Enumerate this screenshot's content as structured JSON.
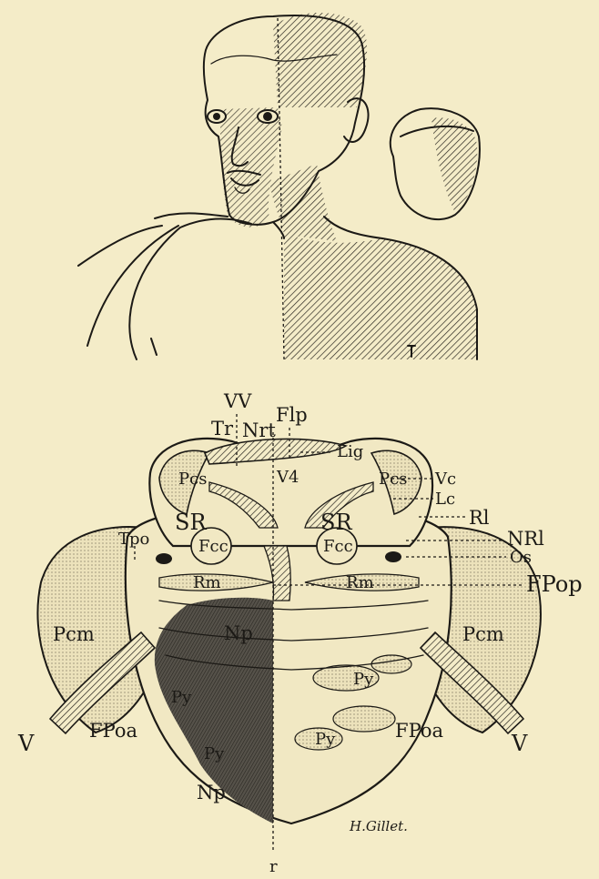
{
  "figure": {
    "labels": {
      "vv": "VV",
      "flp": "Flp",
      "tr": "Tr",
      "nrt": "Nrt",
      "lig": "Lig",
      "pcs_left": "Pcs",
      "pcs_right": "Pcs",
      "v4": "V4",
      "vc": "Vc",
      "lc": "Lc",
      "rl": "Rl",
      "tpo": "Tpo",
      "sr_left": "SR",
      "sr_right": "SR",
      "fcc_left": "Fcc",
      "fcc_right": "Fcc",
      "nrl": "NRl",
      "os": "Os",
      "rm_left": "Rm",
      "rm_right": "Rm",
      "fpop": "FPop",
      "pcm_left": "Pcm",
      "pcm_right": "Pcm",
      "np_upper": "Np",
      "py_left_upper": "Py",
      "py_right_upper": "Py",
      "py_left_lower": "Py",
      "py_right_lower": "Py",
      "v_left": "V",
      "v_right": "V",
      "fpoa_left": "FPoa",
      "fpoa_right": "FPoa",
      "np_lower": "Np",
      "r": "r",
      "signature": "H.Gillet."
    },
    "colors": {
      "paper": "#f4ecc8",
      "ink": "#1c1a16",
      "stipple": "#e4d7ae",
      "lesion": "#4a4640"
    }
  }
}
